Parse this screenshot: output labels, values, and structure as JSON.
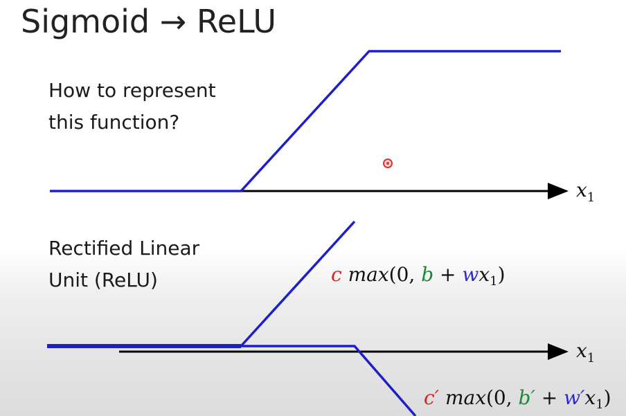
{
  "slide": {
    "title": "Sigmoid → ReLU",
    "question_lines": [
      "How to represent",
      "this function?"
    ],
    "relu_lines": [
      "Rectified Linear",
      "Unit (ReLU)"
    ],
    "axis_var": "x",
    "axis_sub": "1"
  },
  "formula1": {
    "c": "c",
    "max": "max",
    "open": "(0, ",
    "b": "b",
    "plus": " + ",
    "w": "w",
    "x": "x",
    "sub": "1",
    "close": ")"
  },
  "formula2": {
    "c": "c′",
    "max": "max",
    "open": "(0, ",
    "b": "b′",
    "plus": " + ",
    "w": "w′",
    "x": "x",
    "sub": "1",
    "close": ")"
  },
  "colors": {
    "curve": "#1f1fc8",
    "axis": "#000000",
    "c": "#e02020",
    "b": "#1a8a3a",
    "w": "#2a2acc",
    "cursor": "#e03030"
  }
}
